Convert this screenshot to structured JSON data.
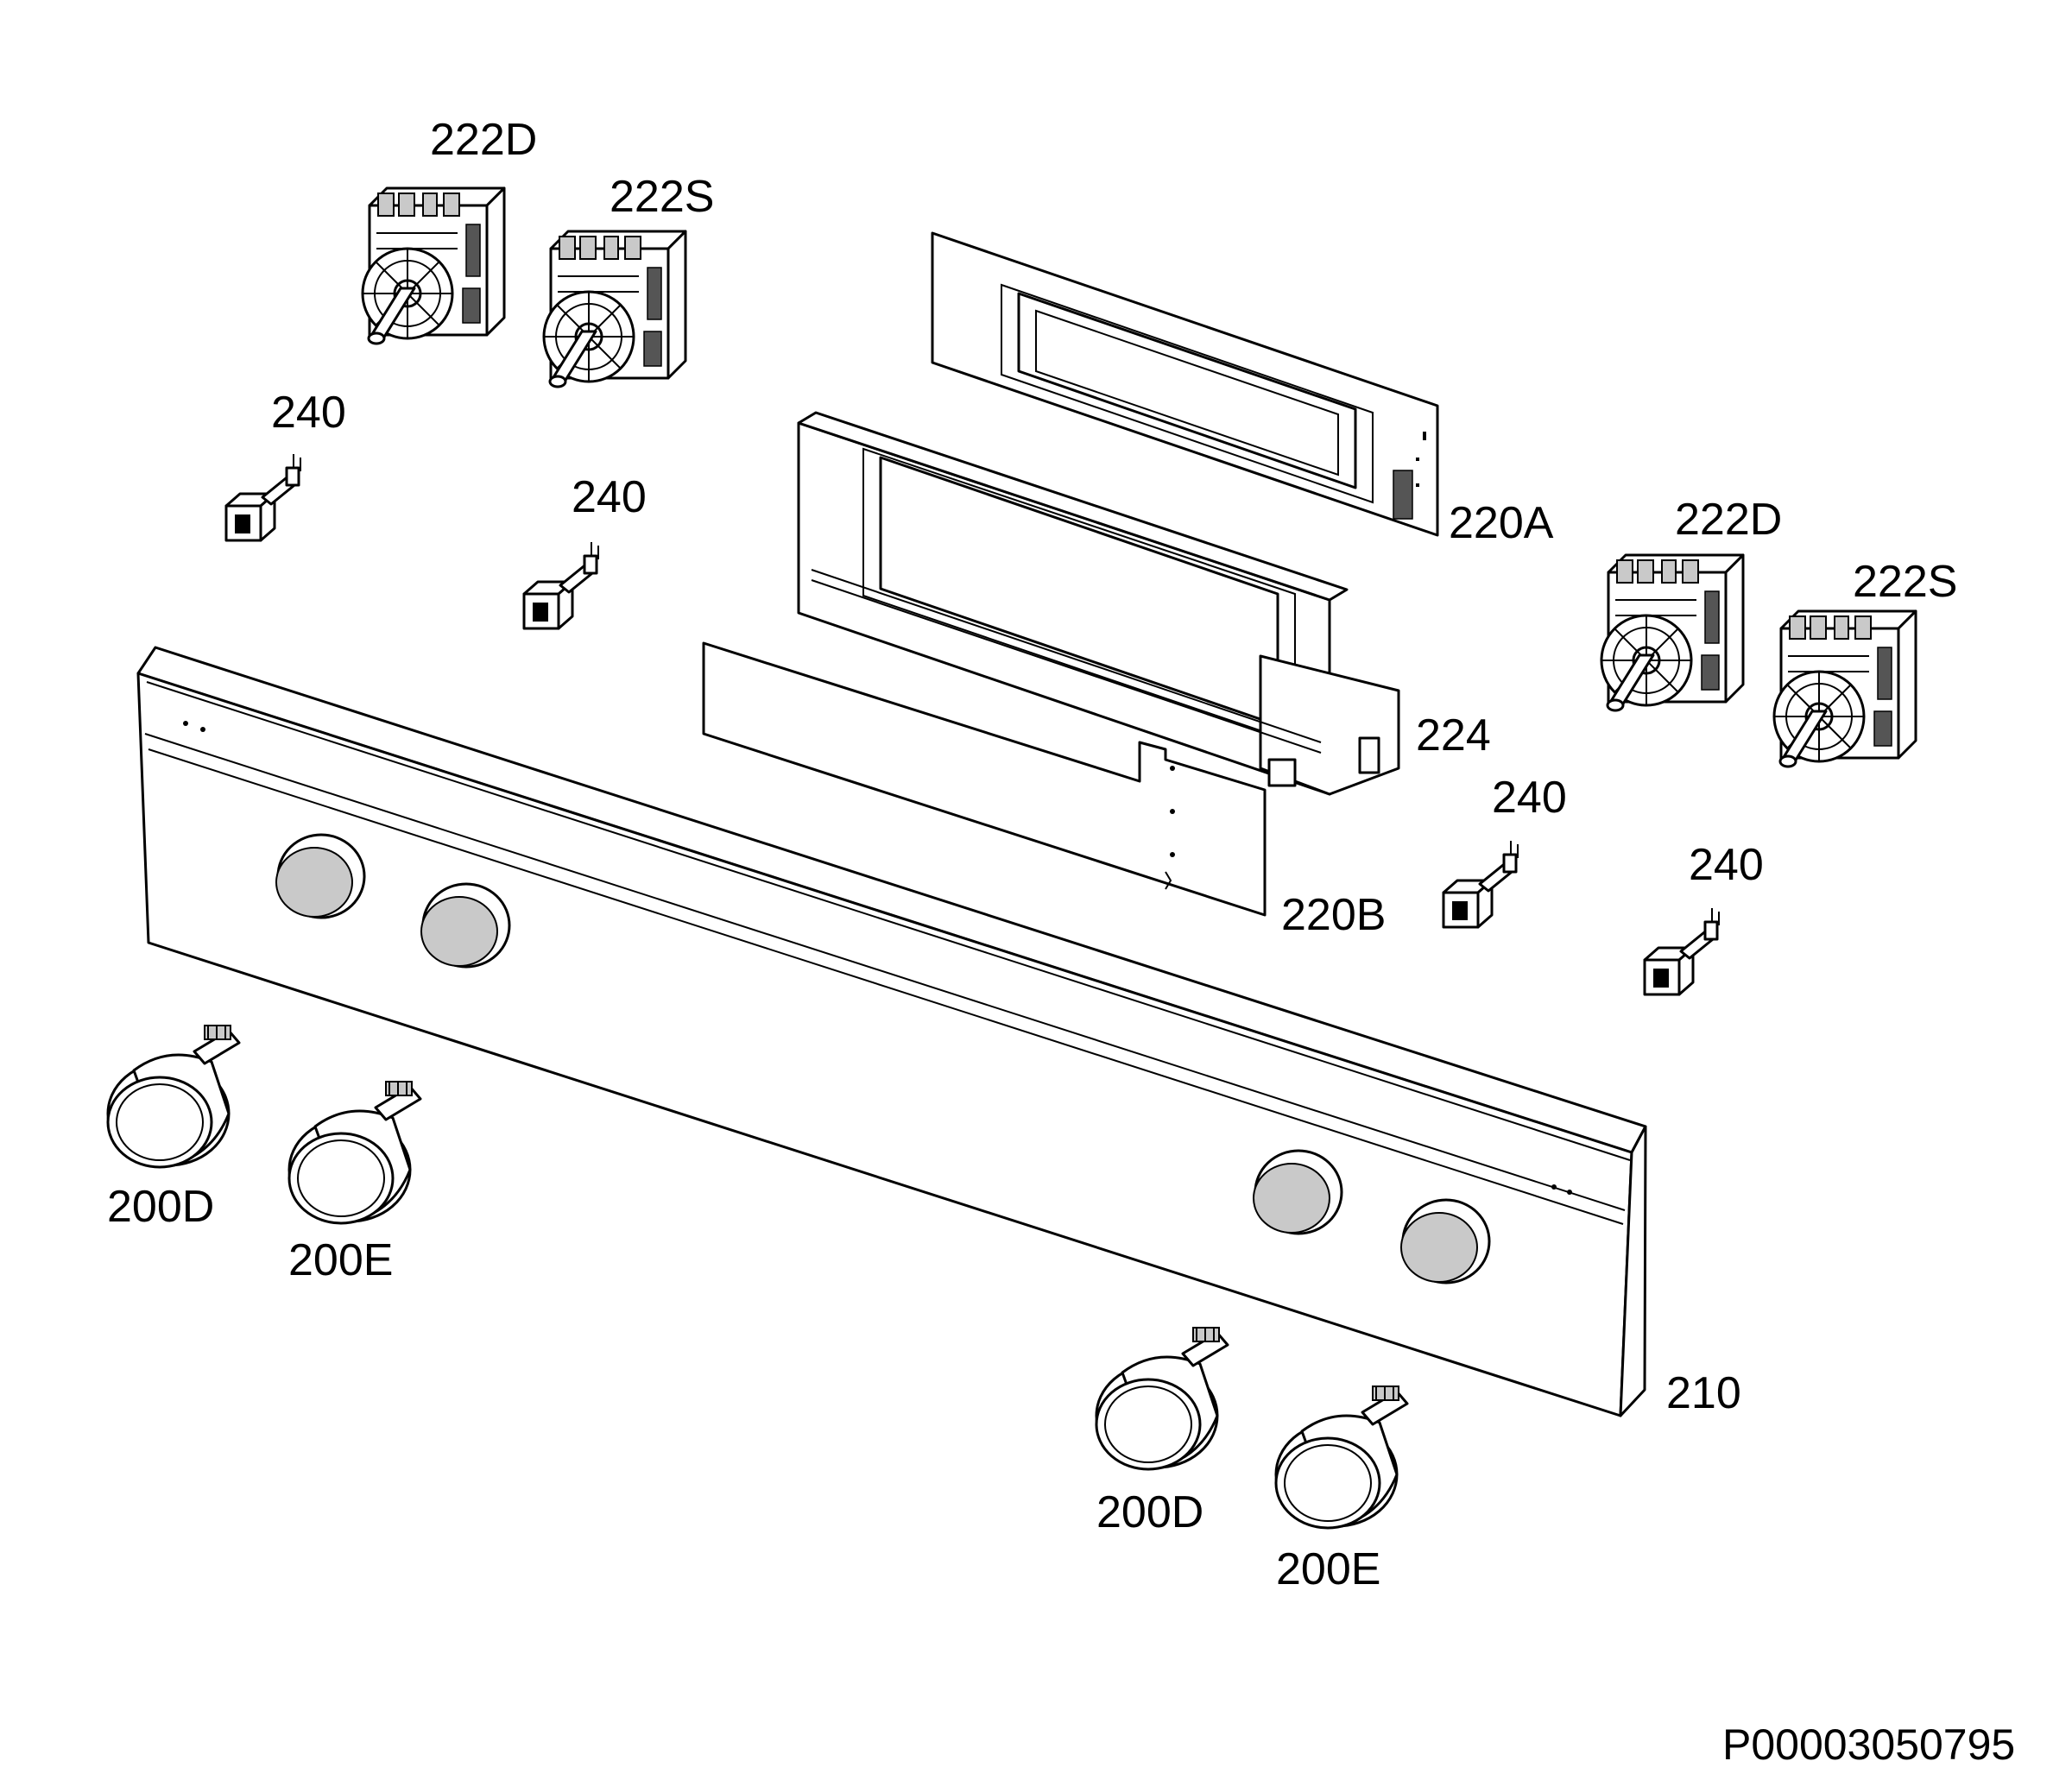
{
  "colors": {
    "line": "#000000",
    "background": "#ffffff",
    "shade": "#c9c9c9"
  },
  "labels": {
    "l222D_a": "222D",
    "l222S_a": "222S",
    "l240_a": "240",
    "l240_b": "240",
    "l220A": "220A",
    "l222D_b": "222D",
    "l222S_b": "222S",
    "l224": "224",
    "l240_c": "240",
    "l240_d": "240",
    "l220B": "220B",
    "l200D_a": "200D",
    "l200E_a": "200E",
    "l210": "210",
    "l200D_b": "200D",
    "l200E_b": "200E"
  },
  "reference": "P00003050795"
}
